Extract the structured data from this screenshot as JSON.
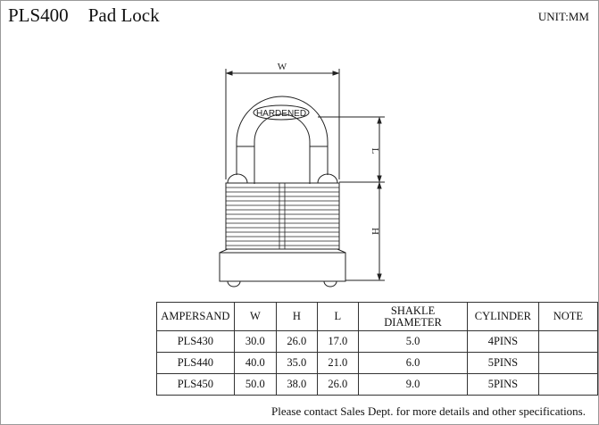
{
  "header": {
    "model": "PLS400",
    "name": "Pad Lock",
    "unit": "UNIT:MM"
  },
  "drawing": {
    "shackle_text": "HARDENED",
    "dim_w": "W",
    "dim_l": "L",
    "dim_h": "H"
  },
  "table": {
    "columns": [
      "AMPERSAND",
      "W",
      "H",
      "L",
      "SHAKLE DIAMETER",
      "CYLINDER",
      "NOTE"
    ],
    "rows": [
      [
        "PLS430",
        "30.0",
        "26.0",
        "17.0",
        "5.0",
        "4PINS",
        ""
      ],
      [
        "PLS440",
        "40.0",
        "35.0",
        "21.0",
        "6.0",
        "5PINS",
        ""
      ],
      [
        "PLS450",
        "50.0",
        "38.0",
        "26.0",
        "9.0",
        "5PINS",
        ""
      ]
    ]
  },
  "footer": "Please contact Sales Dept. for more details and other specifications."
}
